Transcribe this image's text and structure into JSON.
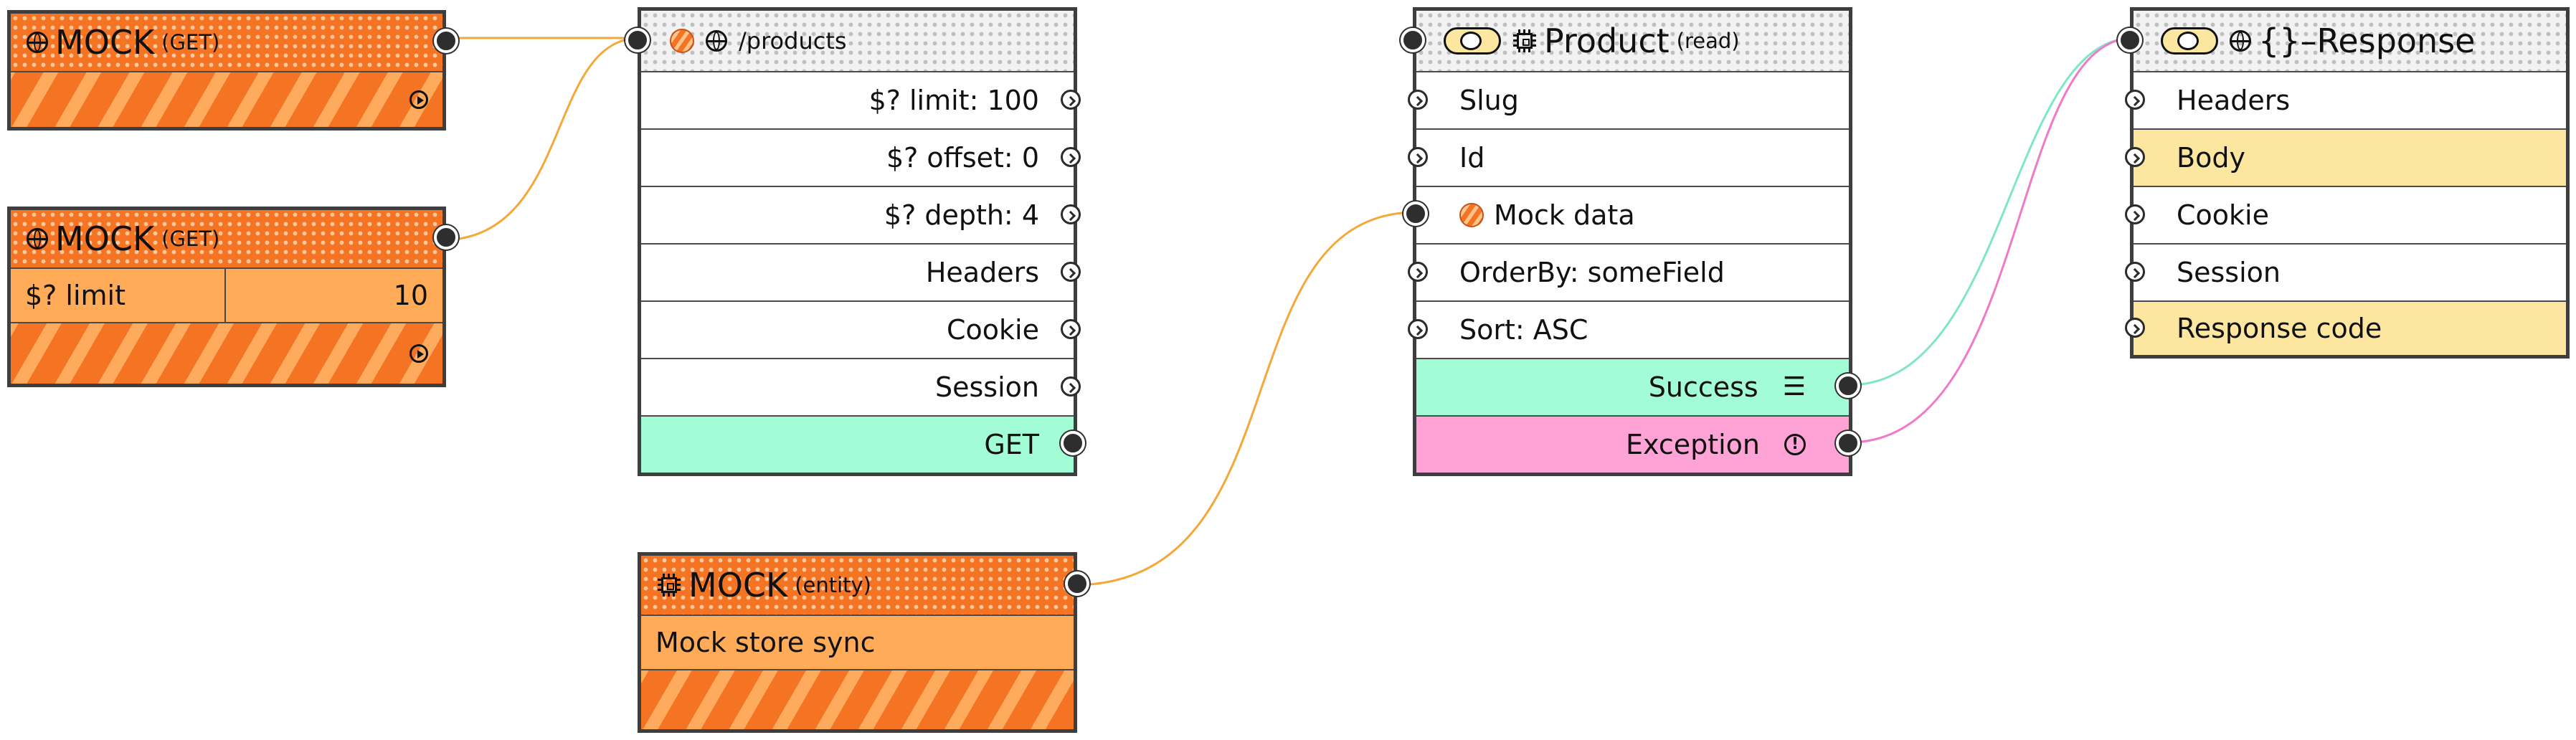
{
  "colors": {
    "mock_orange": "#f47424",
    "stripe_light": "#ffab5e",
    "success_green": "#a2fcd5",
    "exception_pink": "#ffa2d6",
    "highlight_yellow": "#fde7a0",
    "wire_orange": "#f5a83a",
    "wire_teal": "#7fe6c8",
    "wire_pink": "#f07ac8"
  },
  "mock_get_1": {
    "title": "MOCK",
    "method": "(GET)",
    "icon": "globe-icon"
  },
  "mock_get_2": {
    "title": "MOCK",
    "method": "(GET)",
    "param_label": "$? limit",
    "param_value": "10",
    "icon": "globe-icon"
  },
  "mock_entity": {
    "title": "MOCK",
    "kind": "(entity)",
    "body_label": "Mock store sync",
    "icon": "chip-icon"
  },
  "products": {
    "path": "/products",
    "rows": [
      "$? limit: 100",
      "$? offset: 0",
      "$? depth: 4",
      "Headers",
      "Cookie",
      "Session"
    ],
    "action": "GET"
  },
  "product_read": {
    "title": "Product",
    "mode": "(read)",
    "rows": [
      "Slug",
      "Id",
      "Mock data",
      "OrderBy: someField",
      "Sort:  ASC"
    ],
    "success": "Success",
    "exception": "Exception"
  },
  "response": {
    "title": "{}–Response",
    "rows": [
      "Headers",
      "Body",
      "Cookie",
      "Session",
      "Response code"
    ]
  }
}
